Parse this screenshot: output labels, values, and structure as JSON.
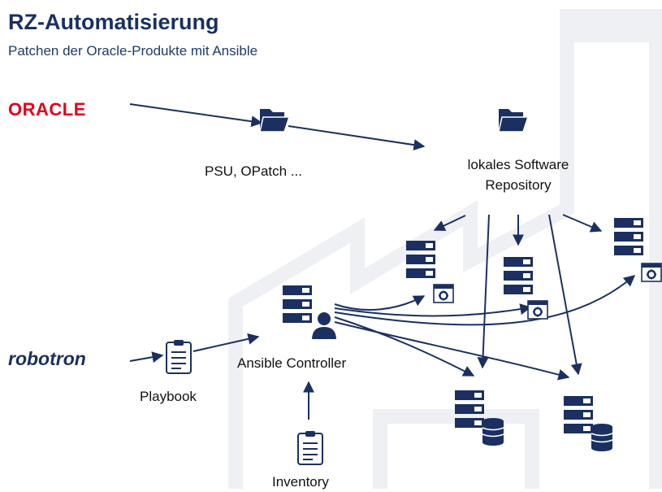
{
  "header": {
    "title": "RZ-Automatisierung",
    "subtitle": "Patchen der Oracle-Produkte mit Ansible"
  },
  "logos": {
    "oracle": "ORACLE",
    "robotron": "robotron"
  },
  "labels": {
    "psu": "PSU, OPatch ...",
    "repo_line1": "lokales Software",
    "repo_line2": "Repository",
    "controller": "Ansible Controller",
    "playbook": "Playbook",
    "inventory": "Inventory"
  },
  "colors": {
    "navy": "#1b3061",
    "oracle_red": "#e3001b",
    "factory_gray": "#eef0f3"
  }
}
